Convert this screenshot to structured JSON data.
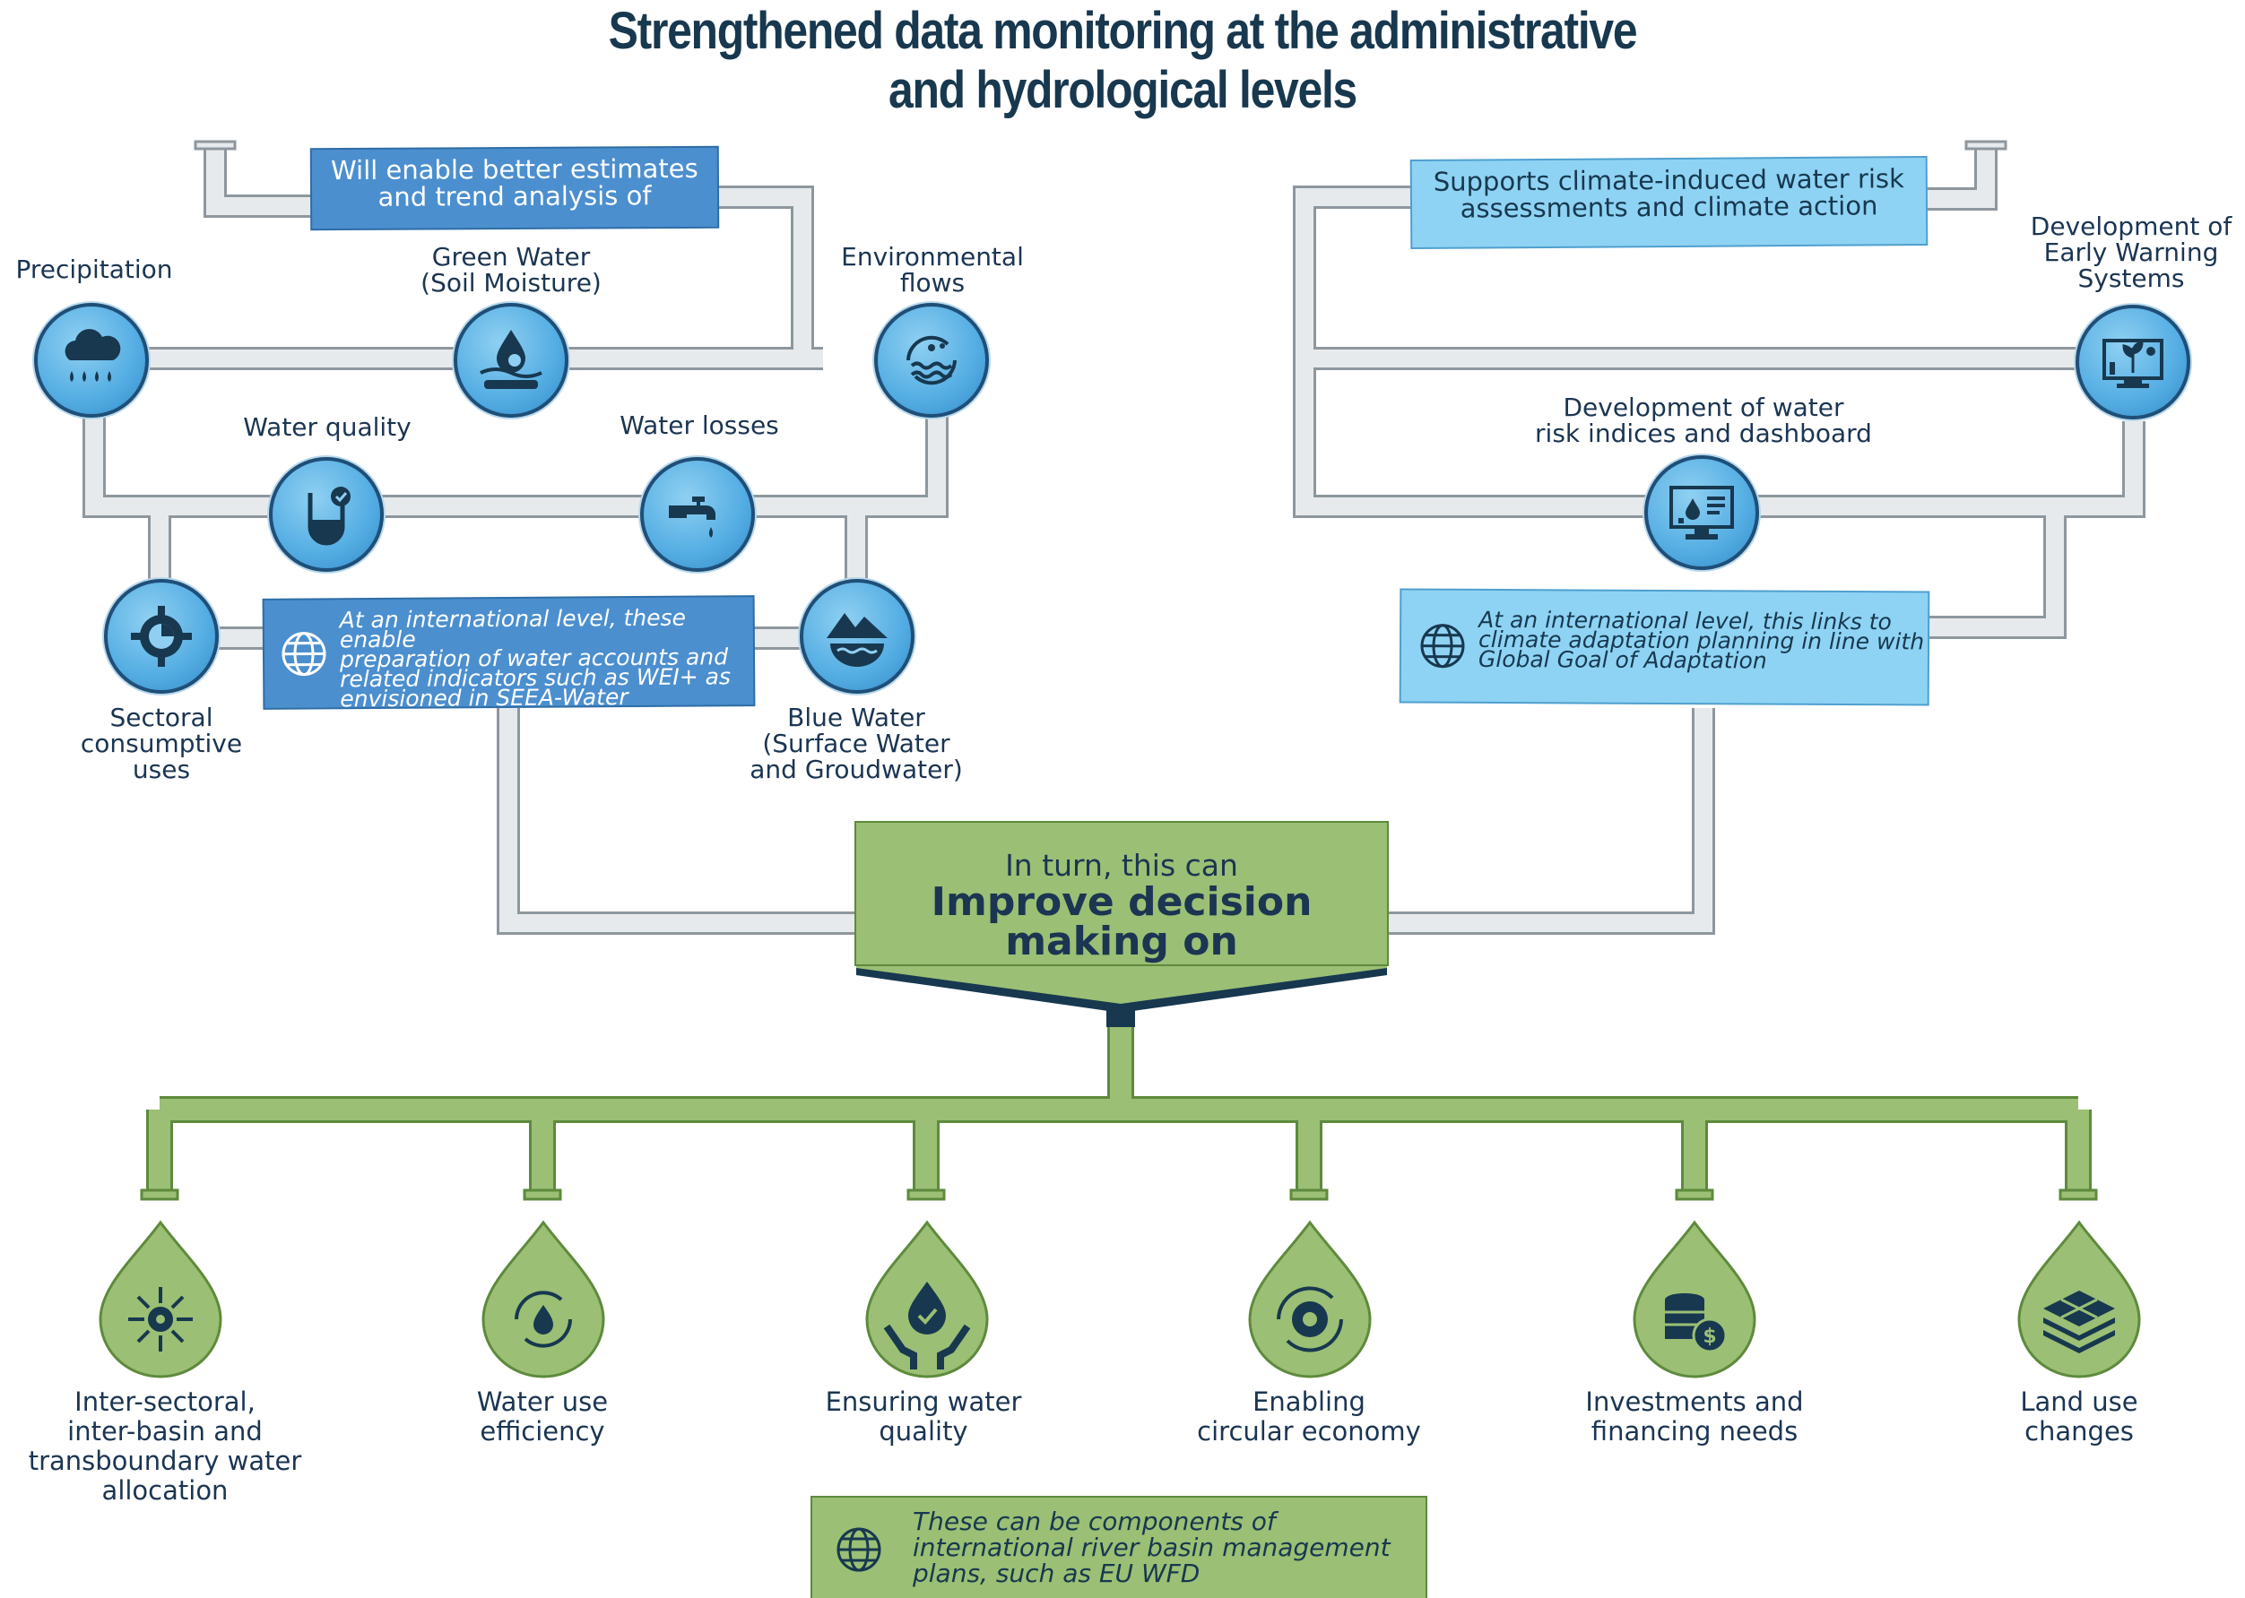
{
  "title": {
    "line1": "Strengthened data monitoring at the administrative",
    "line2": "and hydrological levels"
  },
  "left_header": {
    "line1": "Will enable better estimates",
    "line2": "and trend analysis of"
  },
  "right_header": {
    "line1": "Supports climate-induced water risk",
    "line2": "assessments and climate action"
  },
  "left_nodes": [
    {
      "icon": "rain-cloud-icon",
      "lines": [
        "Precipitation"
      ]
    },
    {
      "icon": "soil-moisture-icon",
      "lines": [
        "Green Water",
        "(Soil Moisture)"
      ]
    },
    {
      "icon": "environmental-flow-icon",
      "lines": [
        "Environmental",
        "flows"
      ]
    },
    {
      "icon": "water-quality-icon",
      "lines": [
        "Water quality"
      ]
    },
    {
      "icon": "faucet-icon",
      "lines": [
        "Water losses"
      ]
    },
    {
      "icon": "gear-chart-icon",
      "lines": [
        "Sectoral",
        "consumptive",
        "uses"
      ]
    },
    {
      "icon": "mountain-water-icon",
      "lines": [
        "Blue Water",
        "(Surface Water",
        "and Groudwater)"
      ]
    }
  ],
  "right_nodes": [
    {
      "icon": "early-warning-icon",
      "lines": [
        "Development of",
        "Early Warning",
        "Systems"
      ]
    },
    {
      "icon": "dashboard-monitor-icon",
      "lines": [
        "Development of water",
        "risk indices and dashboard"
      ]
    }
  ],
  "left_intl": {
    "lines": [
      "At an international level, these enable",
      "preparation of water accounts and",
      "related indicators such as WEI+ as",
      "envisioned in SEEA-Water"
    ]
  },
  "right_intl": {
    "lines": [
      "At an international level, this links to",
      "climate adaptation planning in line with",
      "Global Goal of Adaptation"
    ]
  },
  "decision": {
    "small": "In turn, this can",
    "big1": "Improve decision",
    "big2": "making on"
  },
  "outcomes": [
    {
      "icon": "allocation-arrows-icon",
      "lines": [
        "Inter-sectoral,",
        "inter-basin and",
        "transboundary water",
        "allocation"
      ]
    },
    {
      "icon": "water-cycle-icon",
      "lines": [
        "Water use",
        "efficiency"
      ]
    },
    {
      "icon": "hands-drop-icon",
      "lines": [
        "Ensuring water",
        "quality"
      ]
    },
    {
      "icon": "circular-economy-icon",
      "lines": [
        "Enabling",
        "circular economy"
      ]
    },
    {
      "icon": "coins-dollar-icon",
      "lines": [
        "Investments and",
        "financing needs"
      ]
    },
    {
      "icon": "land-layers-icon",
      "lines": [
        "Land use",
        "changes"
      ]
    }
  ],
  "bottom_box": {
    "lines": [
      "These can be components of",
      "international river basin management",
      "plans, such as EU WFD"
    ]
  },
  "colors": {
    "navy": "#1b3552",
    "blue_dark": "#4c8fcf",
    "blue_light": "#8fd3f4",
    "green": "#9bbf74",
    "pipe_gray": "#d9dde0"
  }
}
